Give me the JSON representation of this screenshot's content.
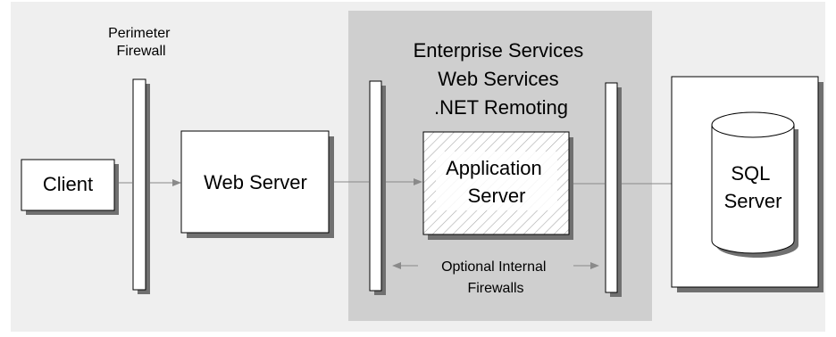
{
  "labels": {
    "perimeter_firewall": [
      "Perimeter",
      "Firewall"
    ],
    "client": "Client",
    "web_server": "Web Server",
    "middle_tier": [
      "Enterprise Services",
      "Web Services",
      ".NET Remoting"
    ],
    "application_server": [
      "Application",
      "Server"
    ],
    "internal_firewalls": [
      "Optional Internal",
      "Firewalls"
    ],
    "sql_server": [
      "SQL",
      "Server"
    ]
  },
  "colors": {
    "background_panel": "#efefef",
    "middle_zone": "#cfcfcf",
    "box_fill": "#ffffff",
    "shadow": "#707070",
    "connector": "#8a8a8a",
    "hatch": "#aaaaaa"
  }
}
